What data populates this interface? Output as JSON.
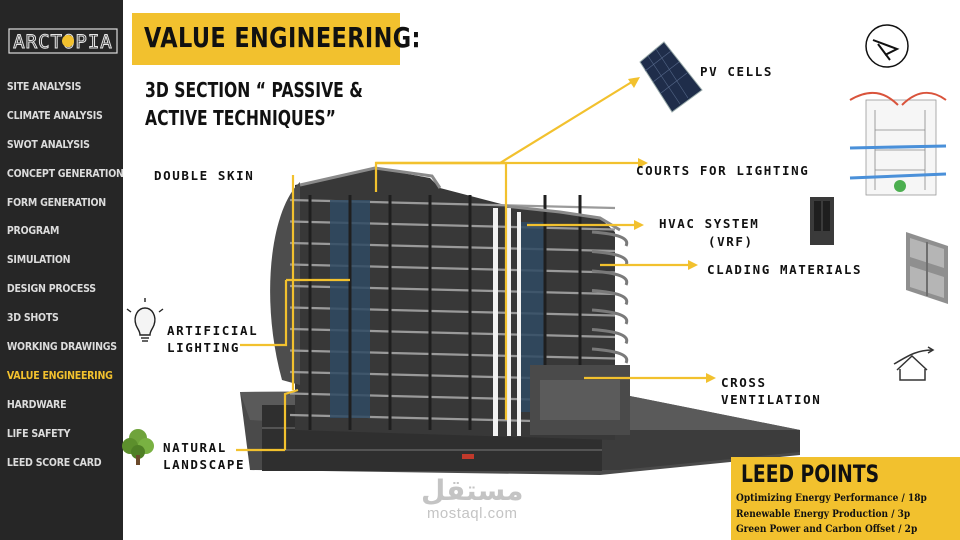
{
  "sidebar": {
    "logo_text": "ARCTOPIA",
    "items": [
      {
        "label": "SITE ANALYSIS"
      },
      {
        "label": "CLIMATE ANALYSIS"
      },
      {
        "label": "SWOT ANALYSIS"
      },
      {
        "label": "CONCEPT GENERATION"
      },
      {
        "label": "FORM GENERATION"
      },
      {
        "label": "PROGRAM"
      },
      {
        "label": "SIMULATION"
      },
      {
        "label": "DESIGN PROCESS"
      },
      {
        "label": "3D SHOTS"
      },
      {
        "label": "WORKING DRAWINGS"
      },
      {
        "label": "VALUE ENGINEERING"
      },
      {
        "label": "HARDWARE"
      },
      {
        "label": "LIFE SAFETY"
      },
      {
        "label": "LEED SCORE CARD"
      }
    ],
    "active_index": 10
  },
  "header": {
    "title": "VALUE ENGINEERING:",
    "subtitle_line1": "3D SECTION “ PASSIVE &",
    "subtitle_line2": "ACTIVE TECHNIQUES”"
  },
  "labels": {
    "double_skin": "DOUBLE SKIN",
    "pv_cells": "PV CELLS",
    "courts": "COURTS FOR LIGHTING",
    "hvac_line1": "HVAC SYSTEM",
    "hvac_line2": "(VRF)",
    "clading": "CLADING MATERIALS",
    "artificial_line1": "ARTIFICIAL",
    "artificial_line2": "LIGHTING",
    "cross_line1": "CROSS",
    "cross_line2": "VENTILATION",
    "natural_line1": "NATURAL",
    "natural_line2": "LANDSCAPE"
  },
  "leed": {
    "title": "LEED POINTS",
    "items": [
      "Optimizing  Energy Performance / 18p",
      "Renewable Energy Production  / 3p",
      "Green Power and Carbon Offset / 2p"
    ]
  },
  "watermark": {
    "arabic": "مستقل",
    "latin": "mostaql.com"
  },
  "colors": {
    "accent": "#f2c12e",
    "sidebar_bg": "#262626",
    "sidebar_text": "#dcdcdc",
    "active_text": "#f2c12e",
    "building": "#3a3a3a",
    "glass": "#2f4a63"
  },
  "icons": {
    "logo": "arctopia-logo",
    "compass": "compass-icon",
    "pv": "solar-panel-icon",
    "ventilation": "ventilation-section-icon",
    "hvac": "vrf-unit-icon",
    "cladding": "cladding-panel-icon",
    "cross_vent": "house-wind-icon",
    "bulb": "light-bulb-icon",
    "tree": "tree-icon"
  }
}
